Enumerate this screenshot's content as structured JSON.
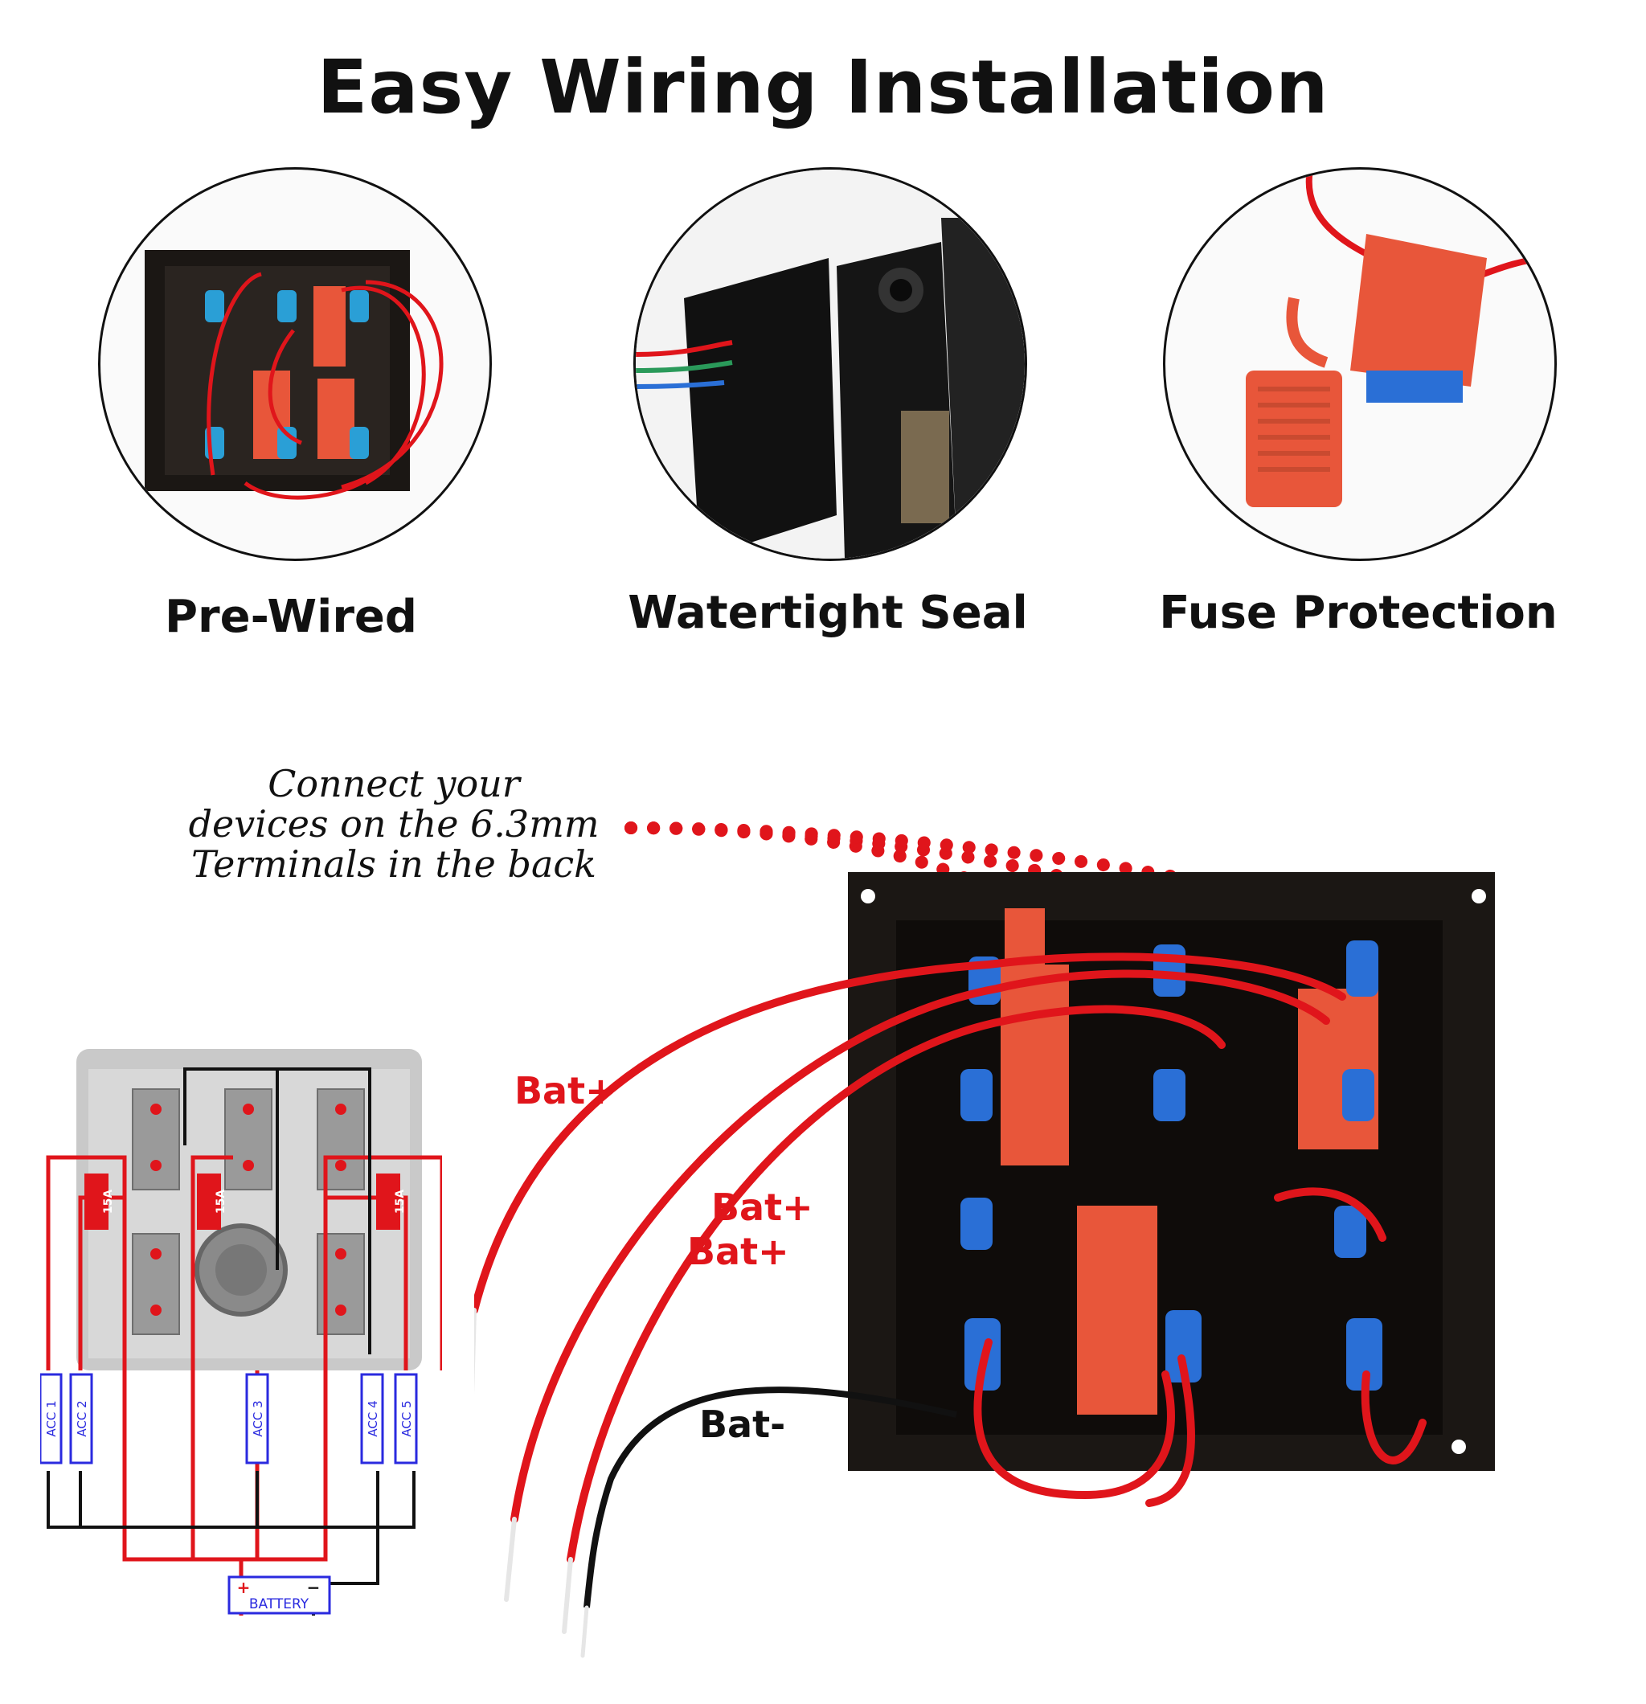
{
  "title": "Easy Wiring Installation",
  "features": [
    {
      "label": "Pre-Wired"
    },
    {
      "label": "Watertight Seal"
    },
    {
      "label": "Fuse Protection"
    }
  ],
  "note": {
    "line1": "Connect your",
    "line2": "devices on the 6.3mm",
    "line3": "Terminals in the back"
  },
  "wire_labels": {
    "bat_plus_1": "Bat+",
    "bat_plus_2": "Bat+",
    "bat_plus_3": "Bat+",
    "bat_minus": "Bat-"
  },
  "schematic": {
    "fuses": [
      "15A",
      "15A",
      "15A"
    ],
    "accessories": [
      "ACC 1",
      "ACC 2",
      "ACC 3",
      "ACC 4",
      "ACC 5"
    ],
    "battery_label": "BATTERY",
    "plus": "+",
    "minus": "−"
  },
  "colors": {
    "wire_red": "#e0151b",
    "wire_black": "#111111",
    "fuse_orange": "#e8563a",
    "terminal_blue": "#2a6fd6",
    "panel_black": "#1b1714"
  }
}
